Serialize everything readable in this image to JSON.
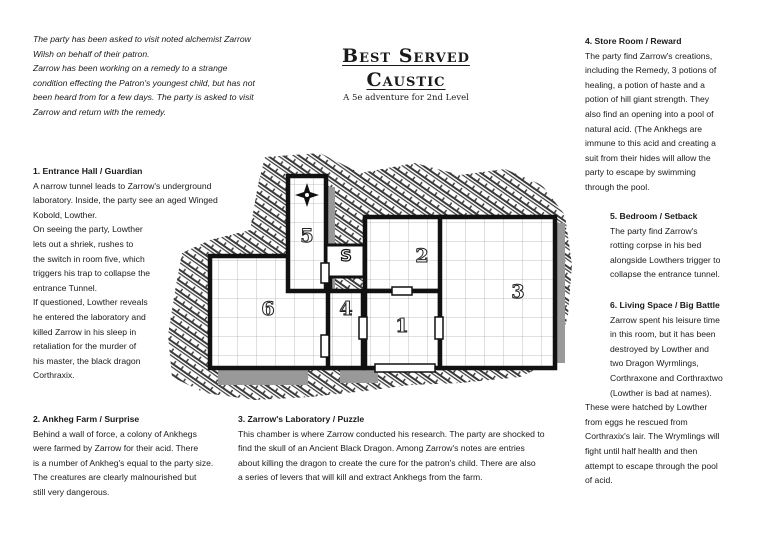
{
  "intro": {
    "p1": "The party has been asked to visit noted alchemist Zarrow Wilsh on behalf of their patron.",
    "p2": "Zarrow has been working on a remedy to a strange condition effecting the Patron's youngest child, but has not been heard from for a few days.  The party is asked to visit Zarrow and return with the remedy."
  },
  "title": {
    "line1": "Best Served",
    "line2": "Caustic",
    "subtitle": "A 5e adventure for 2nd Level"
  },
  "rooms": {
    "r1": {
      "heading": "1. Entrance Hall / Guardian",
      "lines": [
        "A narrow tunnel leads to Zarrow's underground",
        "laboratory.  Inside, the party see an aged Winged",
        "Kobold, Lowther.",
        "On seeing the party, Lowther",
        "lets out a shriek, rushes to",
        "the switch in room five, which",
        "triggers his trap  to collapse the",
        "entrance Tunnel.",
        "If questioned, Lowther reveals",
        "he entered the  laboratory and",
        "killed Zarrow in his sleep in",
        "retaliation for the murder of",
        "his master, the  black dragon",
        "Corthraxix."
      ]
    },
    "r2": {
      "heading": "2. Ankheg Farm / Surprise",
      "lines": [
        "Behind a wall of force, a colony of Ankhegs",
        "were farmed by Zarrow for their acid.  There",
        "is a number of Ankheg's equal to the party size.",
        "The creatures are clearly malnourished but",
        "still very dangerous."
      ]
    },
    "r3": {
      "heading": "3. Zarrow's Laboratory / Puzzle",
      "lines": [
        "This chamber is where Zarrow conducted his research.  The party are shocked to",
        "find the skull of an Ancient Black Dragon.  Among Zarrow's notes are entries",
        "about killing the dragon to create the cure for the patron's child.  There are also",
        "a series of levers that will kill and extract Ankhegs from the farm."
      ]
    },
    "r4": {
      "heading": "4. Store Room / Reward",
      "lines": [
        "The party find Zarrow's creations,",
        "including the Remedy, 3 potions of",
        "healing, a potion of haste and a",
        "potion of hill giant strength.  They",
        "also find an opening into a pool of",
        "natural acid.  (The Ankhegs are",
        "immune to this acid and creating a",
        "suit from their hides will allow the",
        "party to escape by swimming",
        "through the pool."
      ]
    },
    "r5": {
      "heading": "5. Bedroom / Setback",
      "lines": [
        "The party find Zarrow's",
        "rotting corpse in his bed",
        "alongside Lowthers trigger to",
        "collapse the entrance tunnel."
      ]
    },
    "r6": {
      "heading": "6. Living Space / Big Battle",
      "lines": [
        "Zarrow spent his leisure time",
        "in this room, but it has been",
        "destroyed by Lowther and",
        "two Dragon Wyrmlings,",
        "Corthraxone and Corthraxtwo",
        "(Lowther is bad at names).",
        "These were hatched by Lowther",
        "from eggs he rescued from",
        "Corthraxix's lair.  The Wrymlings will",
        "fight until half health and then",
        "attempt to escape through the pool",
        "of acid."
      ]
    }
  },
  "map": {
    "labels": [
      "1",
      "2",
      "3",
      "4",
      "5",
      "6",
      "S"
    ],
    "colors": {
      "wall": "#111111",
      "shadow": "#999999",
      "grid": "#b0b0b0",
      "hatch": "#3a3a3a"
    },
    "icons": [
      "compass-star-icon"
    ]
  }
}
